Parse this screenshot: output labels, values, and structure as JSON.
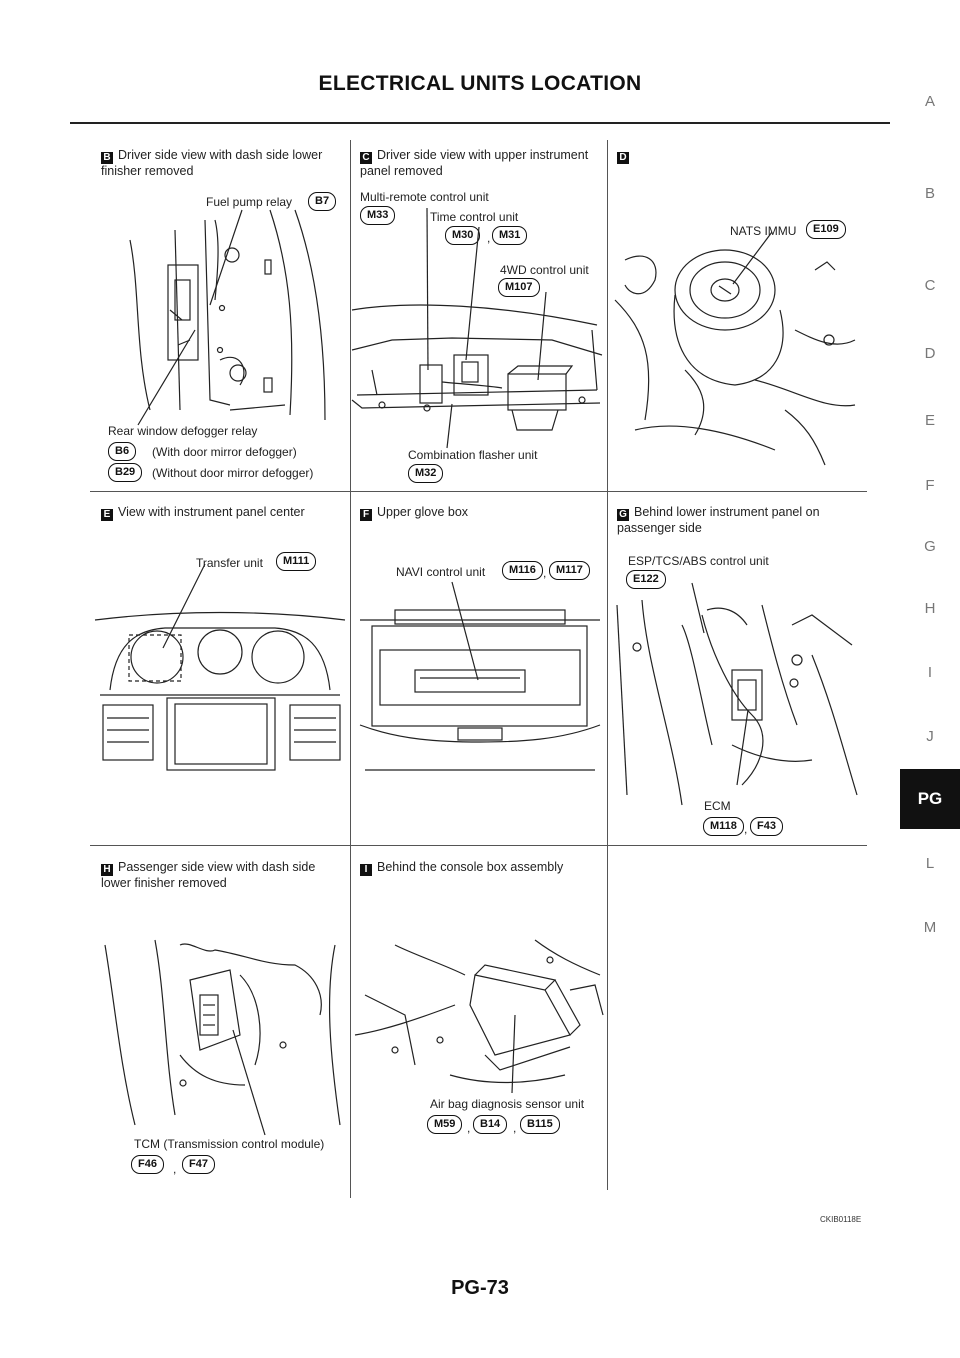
{
  "header": {
    "title": "ELECTRICAL UNITS LOCATION"
  },
  "side_tabs": [
    "A",
    "B",
    "C",
    "D",
    "E",
    "F",
    "G",
    "H",
    "I",
    "J",
    "PG",
    "L",
    "M"
  ],
  "active_tab": "PG",
  "panels": {
    "b": {
      "letter": "B",
      "title": "Driver side view with dash side lower finisher removed",
      "fuel_pump_relay": "Fuel pump relay",
      "fuel_pump_conn": "B7",
      "rear_defogger": "Rear window defogger relay",
      "conn_b6": "B6",
      "with_mirror": "(With door mirror defogger)",
      "conn_b29": "B29",
      "without_mirror": "(Without door mirror defogger)"
    },
    "c": {
      "letter": "C",
      "title": "Driver side view with upper instrument panel removed",
      "multi_remote": "Multi-remote control unit",
      "conn_m33": "M33",
      "time_control": "Time control unit",
      "conn_m30": "M30",
      "conn_m31": "M31",
      "fwd_control": "4WD control unit",
      "conn_m107": "M107",
      "combination_flasher": "Combination flasher unit",
      "conn_m32": "M32"
    },
    "d": {
      "letter": "D",
      "nats": "NATS IMMU",
      "conn_e109": "E109"
    },
    "e": {
      "letter": "E",
      "title": "View with instrument panel center",
      "transfer": "Transfer unit",
      "conn_m111": "M111"
    },
    "f": {
      "letter": "F",
      "title": "Upper glove box",
      "navi": "NAVI control unit",
      "conn_m116": "M116",
      "conn_m117": "M117"
    },
    "g": {
      "letter": "G",
      "title": "Behind lower instrument panel on passenger side",
      "esp": "ESP/TCS/ABS control unit",
      "conn_e122": "E122",
      "ecm": "ECM",
      "conn_m118": "M118",
      "conn_f43": "F43"
    },
    "h": {
      "letter": "H",
      "title": "Passenger side view with dash side lower finisher removed",
      "tcm": "TCM (Transmission control module)",
      "conn_f46": "F46",
      "conn_f47": "F47"
    },
    "i": {
      "letter": "I",
      "title": "Behind the console box assembly",
      "airbag": "Air bag diagnosis sensor unit",
      "conn_m59": "M59",
      "conn_b14": "B14",
      "conn_b115": "B115"
    }
  },
  "comma": ",",
  "figure_code": "CKIB0118E",
  "footer": {
    "page_number": "PG-73"
  }
}
